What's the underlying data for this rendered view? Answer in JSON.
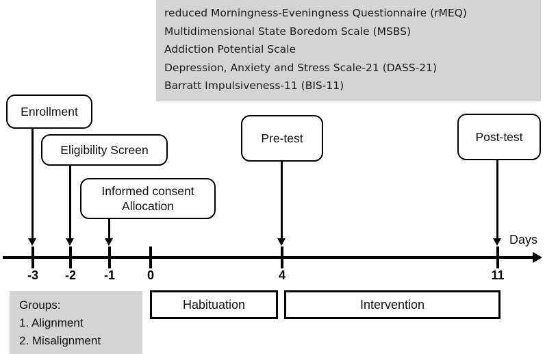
{
  "questionnaires": {
    "items": [
      "reduced Morningness-Eveningness Questionnaire (rMEQ)",
      "Multidimensional State Boredom Scale (MSBS)",
      "Addiction Potential Scale",
      "Depression, Anxiety and Stress Scale-21 (DASS-21)",
      "Barratt Impulsiveness-11 (BIS-11)"
    ],
    "background_color": "#d4d4d4"
  },
  "milestones": [
    {
      "label": "Enrollment",
      "day": "-3"
    },
    {
      "label": "Eligibility Screen",
      "day": "-2"
    },
    {
      "label": "Informed consent\nAllocation",
      "day": "-1"
    },
    {
      "label": "Pre-test",
      "day": "4"
    },
    {
      "label": "Post-test",
      "day": "11"
    }
  ],
  "axis": {
    "label": "Days",
    "ticks": [
      "-3",
      "-2",
      "-1",
      "0",
      "4",
      "11"
    ]
  },
  "phases": [
    {
      "label": "Habituation",
      "start_day": "0",
      "end_day": "4"
    },
    {
      "label": "Intervention",
      "start_day": "4",
      "end_day": "11"
    }
  ],
  "groups": {
    "title": "Groups:",
    "items": [
      "1. Alignment",
      "2. Misalignment"
    ],
    "background_color": "#d4d4d4"
  }
}
